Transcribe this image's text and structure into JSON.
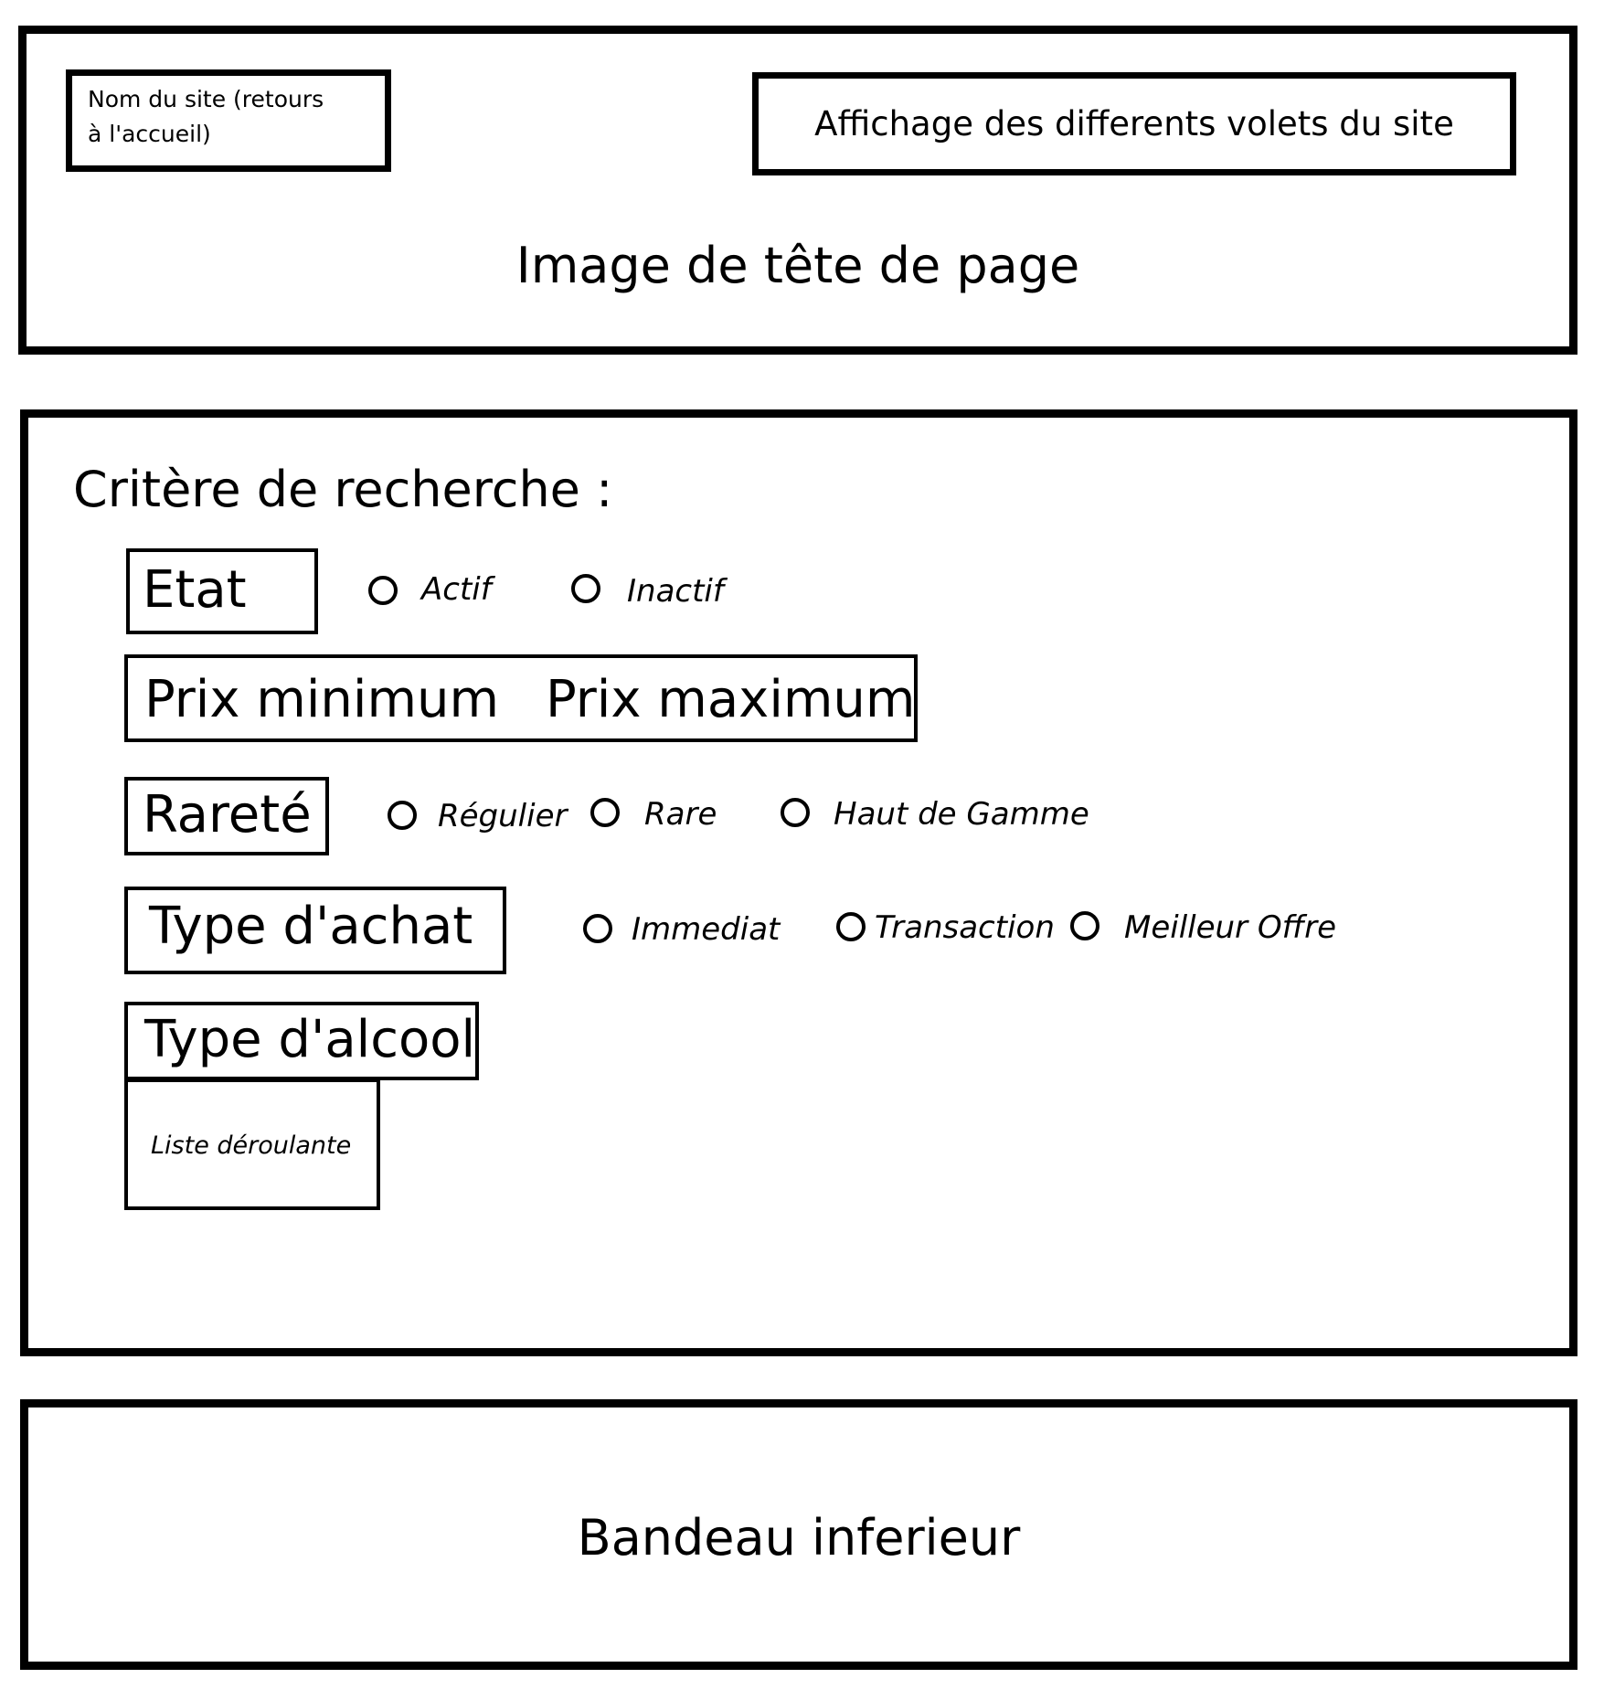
{
  "header": {
    "site_name": "Nom du site (retours\nà l'accueil)",
    "site_name_line1": "Nom du site (retours",
    "site_name_line2": "à l'accueil)",
    "nav_label": "Affichage des differents volets du site",
    "banner_label": "Image de tête de page"
  },
  "search": {
    "title": "Critère de recherche :",
    "etat": {
      "label": "Etat",
      "options": [
        "Actif",
        "Inactif"
      ]
    },
    "prix": {
      "min_label": "Prix minimum",
      "max_label": "Prix maximum"
    },
    "rarete": {
      "label": "Rareté",
      "options": [
        "Régulier",
        "Rare",
        "Haut de Gamme"
      ]
    },
    "type_achat": {
      "label": "Type d'achat",
      "options": [
        "Immediat",
        "Transaction",
        "Meilleur Offre"
      ]
    },
    "type_alcool": {
      "label": "Type d'alcool",
      "dropdown_label": "Liste déroulante"
    }
  },
  "footer": {
    "label": "Bandeau inferieur"
  }
}
